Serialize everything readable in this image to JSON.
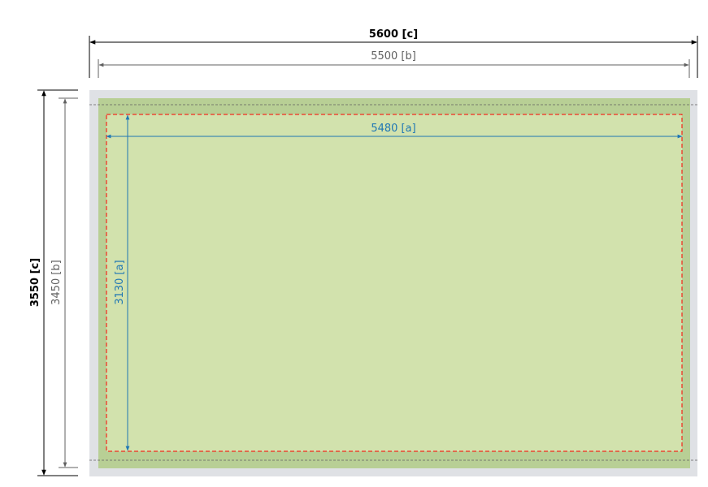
{
  "colors": {
    "outer_frame": "#dfe1e5",
    "frame": "#b8cf95",
    "inner": "#d2e2ad",
    "safe_line": "#ff0000",
    "guide_line": "#606060",
    "dim_c": "#000000",
    "dim_b": "#606060",
    "dim_a": "#1f77b4"
  },
  "dimensions": {
    "width_c": "5600 [c]",
    "width_b": "5500 [b]",
    "width_a": "5480 [a]",
    "height_c": "3550 [c]",
    "height_b": "3450 [b]",
    "height_a": "3130 [a]"
  }
}
